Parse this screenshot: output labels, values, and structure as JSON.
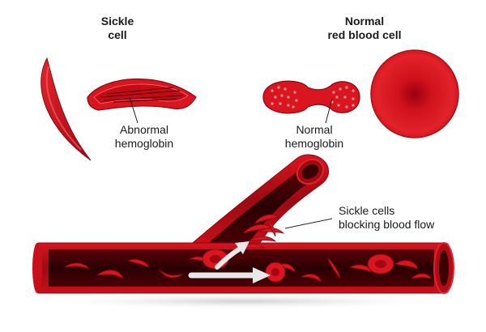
{
  "labels": {
    "sickle_title_line1": "Sickle",
    "sickle_title_line2": "cell",
    "normal_title_line1": "Normal",
    "normal_title_line2": "red blood cell",
    "abnormal_line1": "Abnormal",
    "abnormal_line2": "hemoglobin",
    "normal_hb_line1": "Normal",
    "normal_hb_line2": "hemoglobin",
    "blocking_line1": "Sickle cells",
    "blocking_line2": "blocking blood flow"
  },
  "colors": {
    "blood_red": "#c8101b",
    "dark_red": "#7a0008",
    "vessel_inner": "#3a0004",
    "arrow": "#e8e8e8",
    "text": "#1a1a1a"
  }
}
